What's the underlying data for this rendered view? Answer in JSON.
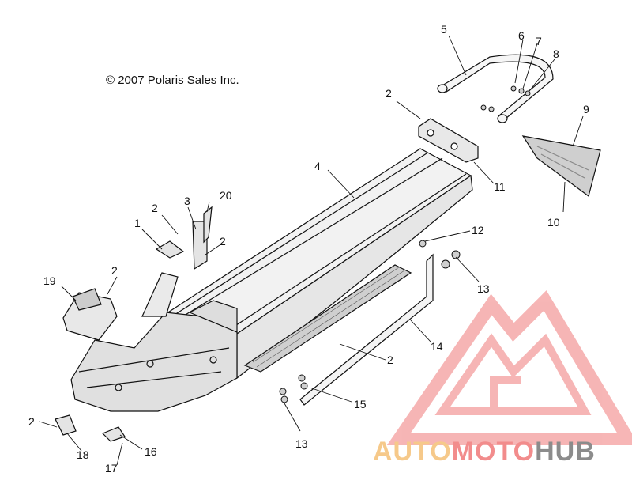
{
  "copyright": "© 2007 Polaris Sales Inc.",
  "watermark": {
    "part1": "AUTO",
    "part2": "MOTO",
    "part3": "HUB",
    "color1": "#f6c98a",
    "color2": "#f28c8c",
    "color3": "#8c8c8c"
  },
  "callouts": {
    "c1": "1",
    "c2a": "2",
    "c2b": "2",
    "c2c": "2",
    "c2d": "2",
    "c2e": "2",
    "c2f": "2",
    "c3": "3",
    "c4": "4",
    "c5": "5",
    "c6": "6",
    "c7": "7",
    "c8": "8",
    "c9": "9",
    "c10": "10",
    "c11": "11",
    "c12": "12",
    "c13a": "13",
    "c13b": "13",
    "c14": "14",
    "c15": "15",
    "c16": "16",
    "c17": "17",
    "c18": "18",
    "c19": "19",
    "c20": "20"
  }
}
